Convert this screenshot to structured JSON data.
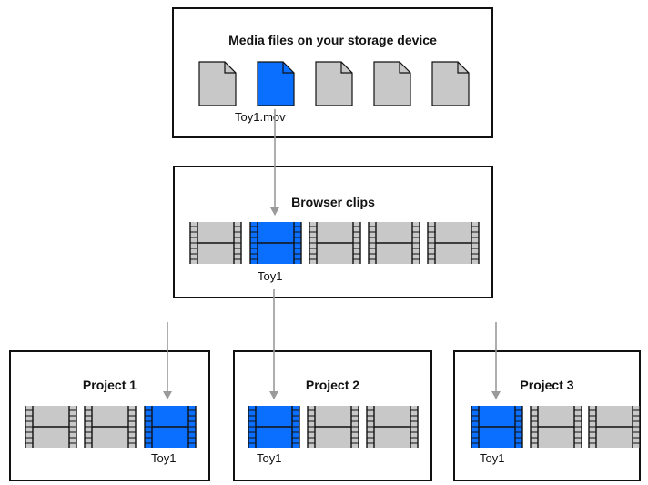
{
  "storage": {
    "title": "Media files on your storage device",
    "selected_label": "Toy1.mov"
  },
  "browser": {
    "title": "Browser clips",
    "selected_label": "Toy1"
  },
  "projects": [
    {
      "title": "Project 1",
      "selected_label": "Toy1"
    },
    {
      "title": "Project 2",
      "selected_label": "Toy1"
    },
    {
      "title": "Project 3",
      "selected_label": "Toy1"
    }
  ],
  "colors": {
    "selected": "#0a6fff",
    "unselected": "#c8c8c8",
    "outline": "#111111",
    "arrow": "#9a9a9a"
  }
}
